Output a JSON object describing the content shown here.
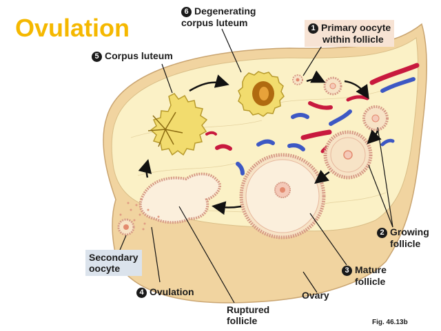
{
  "title": "Ovulation",
  "figure_ref": "Fig. 46.13b",
  "colors": {
    "title": "#f5b800",
    "ovary_outer": "#f3d9a8",
    "ovary_inner": "#faf0c4",
    "corpus_luteum": "#f2dc6e",
    "follicle": "#f7e3c6",
    "vessel_red": "#c8193e",
    "vessel_blue": "#3d58c4",
    "label_box": "#f7e3d4",
    "secondary_box": "#dbe3ec"
  },
  "labels": {
    "primary": {
      "number": "1",
      "text": [
        "Primary oocyte",
        "within follicle"
      ]
    },
    "growing": {
      "number": "2",
      "text": [
        "Growing",
        "follicle"
      ]
    },
    "mature": {
      "number": "3",
      "text": [
        "Mature",
        "follicle"
      ]
    },
    "ovulation": {
      "number": "4",
      "text": [
        "Ovulation"
      ]
    },
    "corpus": {
      "number": "5",
      "text": [
        "Corpus luteum"
      ]
    },
    "degen": {
      "number": "6",
      "text": [
        "Degenerating",
        "corpus luteum"
      ]
    },
    "secondary": {
      "text": [
        "Secondary",
        "oocyte"
      ]
    },
    "ruptured": {
      "text": [
        "Ruptured",
        "follicle"
      ]
    },
    "ovary": {
      "text": [
        "Ovary"
      ]
    }
  }
}
